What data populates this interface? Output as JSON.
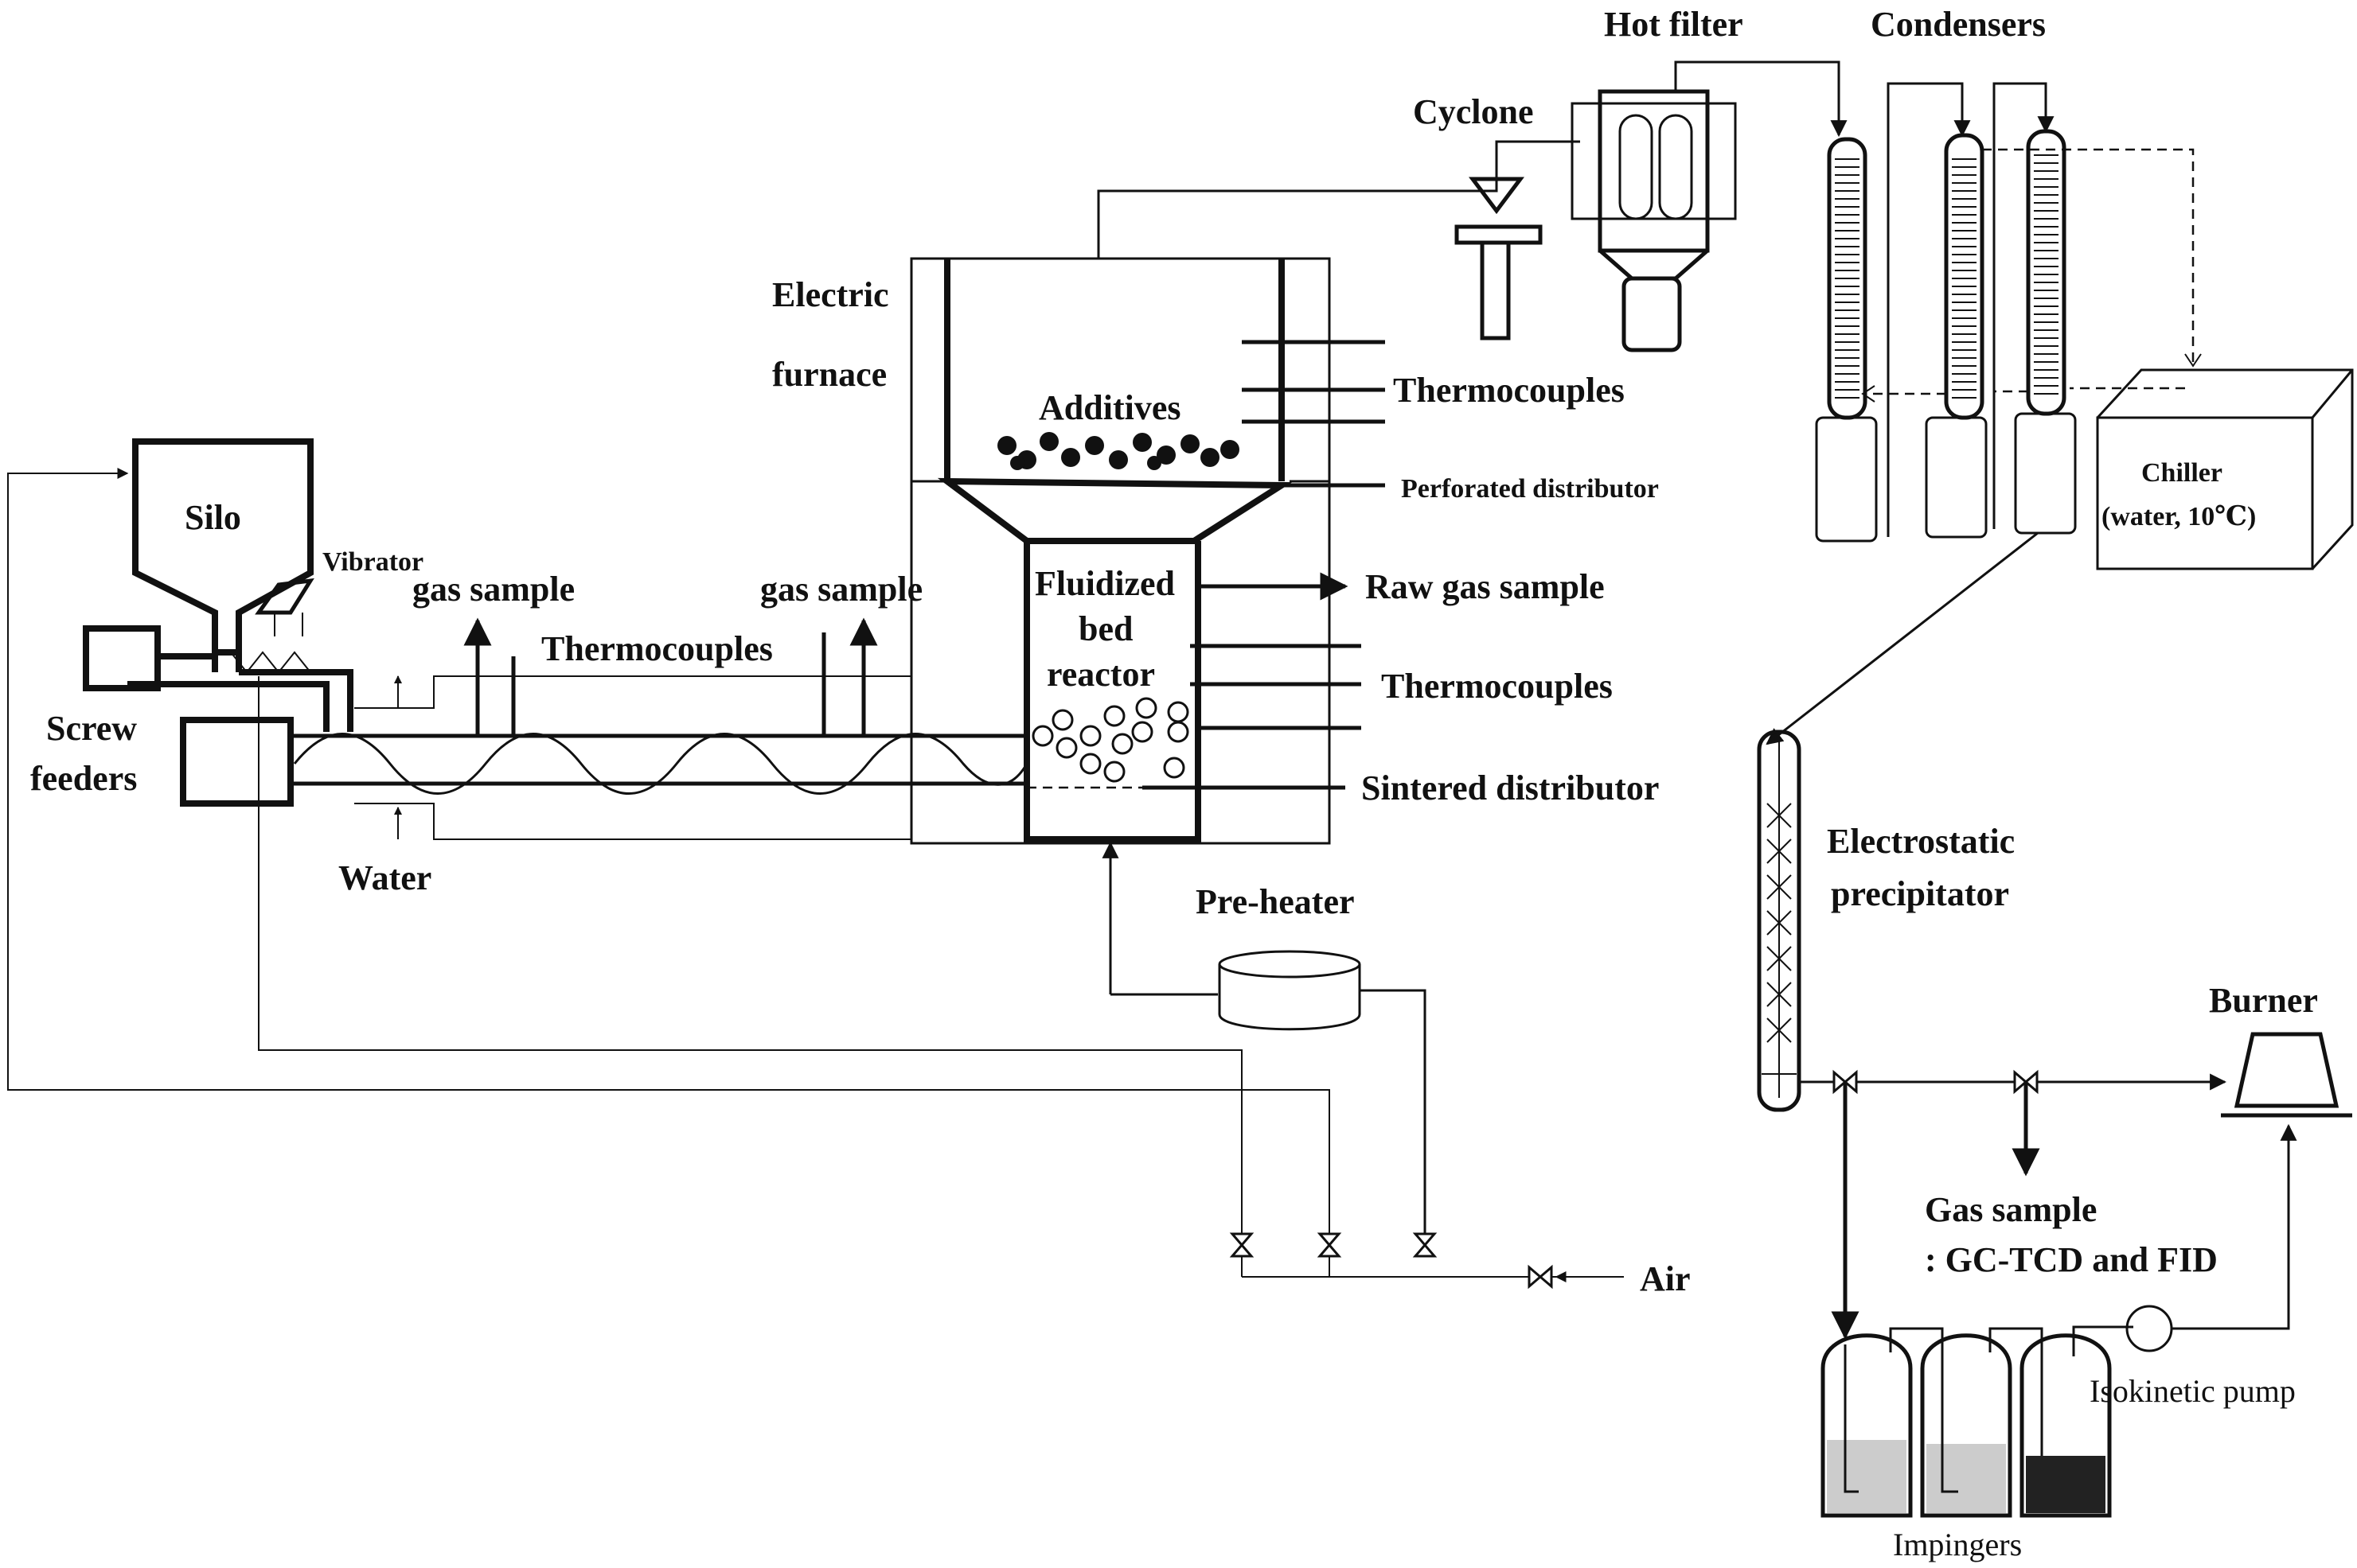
{
  "diagram": {
    "labels": {
      "hot_filter": "Hot filter",
      "condensers": "Condensers",
      "cyclone": "Cyclone",
      "electric": "Electric",
      "furnace": "furnace",
      "additives": "Additives",
      "thermocouples_top": "Thermocouples",
      "perforated_distributor": "Perforated distributor",
      "chiller": "Chiller",
      "chiller_sub": "(water, 10℃)",
      "silo": "Silo",
      "vibrator": "Vibrator",
      "gas_sample_1": "gas sample",
      "gas_sample_2": "gas sample",
      "thermocouples_feeder": "Thermocouples",
      "fluidized": "Fluidized",
      "bed": "bed",
      "reactor": "reactor",
      "raw_gas_sample": "Raw gas sample",
      "thermocouples_bed": "Thermocouples",
      "screw": "Screw",
      "feeders": "feeders",
      "sintered_distributor": "Sintered distributor",
      "water": "Water",
      "pre_heater": "Pre-heater",
      "electrostatic": "Electrostatic",
      "precipitator": "precipitator",
      "burner": "Burner",
      "gas_sample_3": "Gas sample",
      "gc_tcd_fid": ": GC-TCD  and  FID",
      "isokinetic_pump": "Isokinetic  pump",
      "air": "Air",
      "impingers": "Impingers"
    }
  }
}
